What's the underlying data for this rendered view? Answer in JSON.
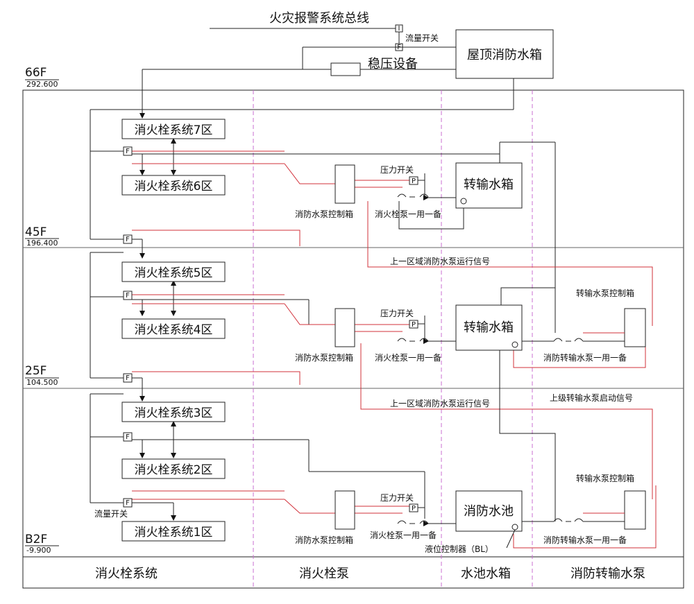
{
  "top": {
    "alarm_bus": "火灾报警系统总线",
    "flow_switch": "流量开关",
    "stabilizer": "稳压设备",
    "roof_tank": "屋顶消防水箱"
  },
  "floors": [
    {
      "name": "66F",
      "elev": "292.600"
    },
    {
      "name": "45F",
      "elev": "196.400"
    },
    {
      "name": "25F",
      "elev": "104.500"
    },
    {
      "name": "B2F",
      "elev": "-9.900"
    }
  ],
  "zones": [
    "消火栓系统7区",
    "消火栓系统6区",
    "消火栓系统5区",
    "消火栓系统4区",
    "消火栓系统3区",
    "消火栓系统2区",
    "消火栓系统1区"
  ],
  "flow_switch_bottom": "流量开关",
  "symbols": {
    "flow": "F",
    "pressure": "P",
    "alarm": "I"
  },
  "pump_section": {
    "control_box": "消防水泵控制箱",
    "pressure_switch": "压力开关",
    "hydrant_pump": "消火栓泵一用一备",
    "run_signal": "上一区域消防水泵运行信号"
  },
  "tanks": {
    "transfer_tank": "转输水箱",
    "fire_pool": "消防水池",
    "level_controller": "液位控制器（BL）"
  },
  "transfer": {
    "control_box": "转输水泵控制箱",
    "pump": "消防转输水泵一用一备",
    "start_signal": "上级转输水泵启动信号"
  },
  "columns": [
    "消火栓系统",
    "消火栓泵",
    "水池水箱",
    "消防转输水泵"
  ]
}
